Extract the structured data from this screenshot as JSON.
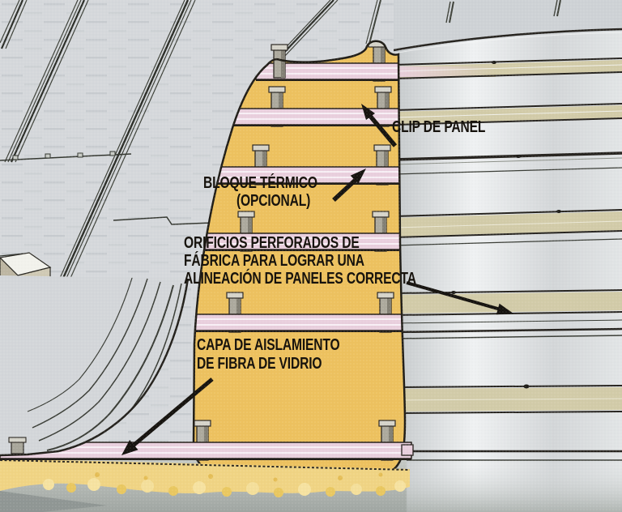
{
  "figure": {
    "description": "Cutaway illustration of a standing-seam metal roof system showing fiberglass insulation, purlins and panel clips",
    "language": "es"
  },
  "annotations": {
    "clip_de_panel": {
      "text": "CLIP DE PANEL"
    },
    "bloque_termico": {
      "line1": "BLOQUE TÉRMICO",
      "line2": "(OPCIONAL)"
    },
    "orificios": {
      "line1": "ORIFICIOS PERFORADOS DE",
      "line2": "FÁBRICA PARA LOGRAR UNA",
      "line3": "ALINEACIÓN DE PANELES CORRECTA"
    },
    "capa_aislamiento": {
      "line1": "CAPA DE AISLAMIENTO",
      "line2": "DE FIBRA DE VIDRIO"
    }
  },
  "colors": {
    "insulation-yellow": "#edc15e",
    "fiberglass-fuzz": "#f0d483",
    "purlin-pink": "#e9cfdd",
    "clip-gray": "#aca99d",
    "panel-silver": "#d9dcde",
    "panel-beige": "#d2cba8",
    "seam-dark": "#33362f",
    "outline-dark": "#201d18",
    "floor-gray": "#a6aca8",
    "label-text": "#17130d"
  }
}
